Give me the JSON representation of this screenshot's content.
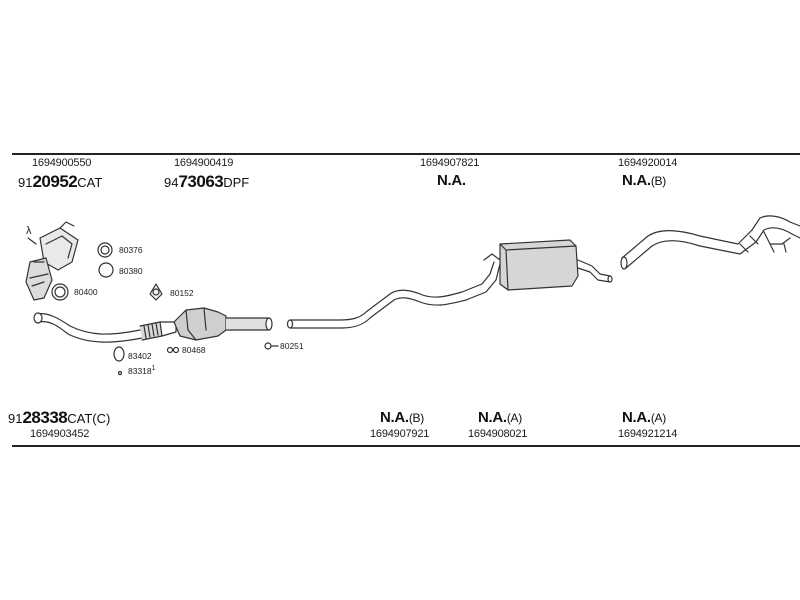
{
  "top_row": {
    "col1": {
      "number": "1694900550",
      "code_prefix": "91",
      "code_main": "20952",
      "code_suffix": "CAT"
    },
    "col2": {
      "number": "1694900419",
      "code_prefix": "94",
      "code_main": "73063",
      "code_suffix": "DPF"
    },
    "col3": {
      "number": "1694907821",
      "code_main": "N.A.",
      "code_suffix": ""
    },
    "col4": {
      "number": "1694920014",
      "code_main": "N.A.",
      "code_suffix": "(B)"
    }
  },
  "bottom_row": {
    "col1": {
      "number": "1694903452",
      "code_prefix": "91",
      "code_main": "28338",
      "code_suffix": "CAT(C)"
    },
    "col2": {
      "number": "1694907921",
      "code_main": "N.A.",
      "code_suffix": "(B)"
    },
    "col3": {
      "number": "1694908021",
      "code_main": "N.A.",
      "code_suffix": "(A)"
    },
    "col4": {
      "number": "1694921214",
      "code_main": "N.A.",
      "code_suffix": "(A)"
    }
  },
  "parts": {
    "p80376": "80376",
    "p80380": "80380",
    "p80400": "80400",
    "p80152": "80152",
    "p80468": "80468",
    "p83402": "83402",
    "p83318": "83318",
    "p83318_mark": "1",
    "p80251": "80251",
    "lambda": "λ"
  }
}
